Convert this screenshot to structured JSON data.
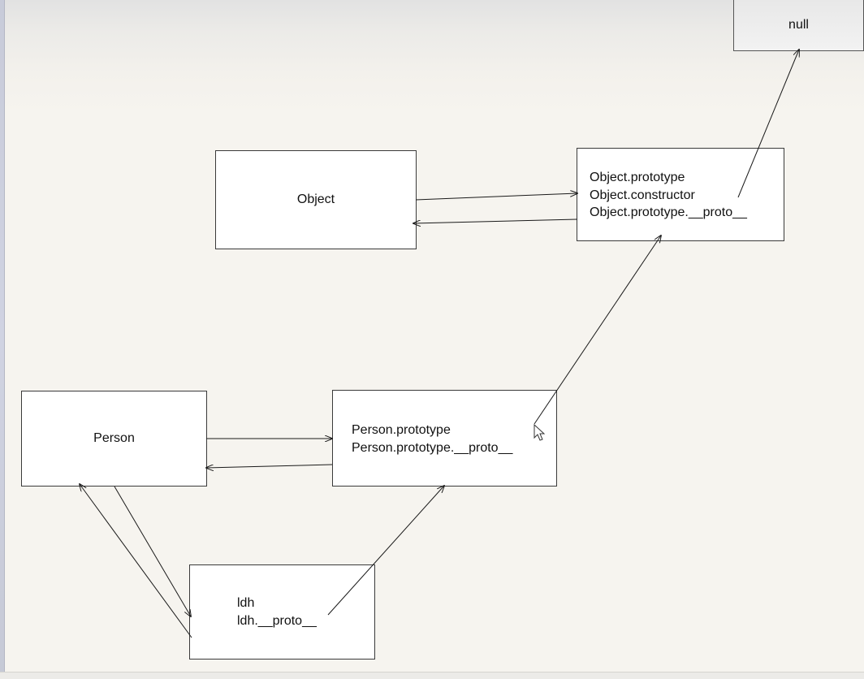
{
  "nodes": {
    "null_node": {
      "label": "null"
    },
    "object_node": {
      "label": "Object"
    },
    "object_prototype_node": {
      "lines": [
        "Object.prototype",
        "Object.constructor",
        "Object.prototype.__proto__"
      ]
    },
    "person_node": {
      "label": "Person"
    },
    "person_prototype_node": {
      "lines": [
        "Person.prototype",
        "Person.prototype.__proto__"
      ]
    },
    "ldh_node": {
      "lines": [
        "ldh",
        "ldh.__proto__"
      ]
    }
  },
  "colors": {
    "line": "#1a1a1a",
    "box_border": "#3a3a3a",
    "background": "#f6f4ef"
  },
  "icons": {
    "cursor": "mouse-pointer-icon"
  }
}
